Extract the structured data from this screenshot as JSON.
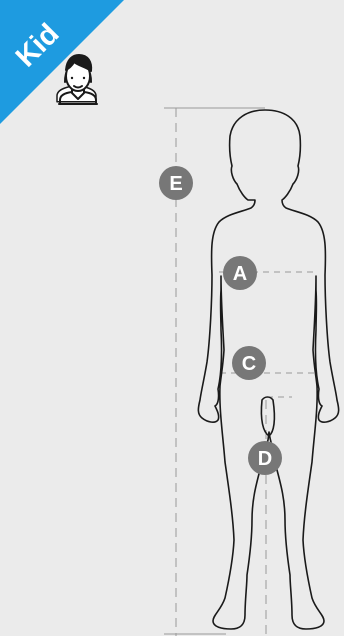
{
  "ribbon": {
    "label": "Kid",
    "color": "#1e9be0",
    "icon": "child-avatar-icon"
  },
  "markers": {
    "a": "A",
    "c": "C",
    "d": "D",
    "e": "E"
  },
  "colors": {
    "background": "#ebebeb",
    "outline": "#1a1a1a",
    "dashed_line": "#9a9a9a",
    "marker_fill": "#777777"
  }
}
